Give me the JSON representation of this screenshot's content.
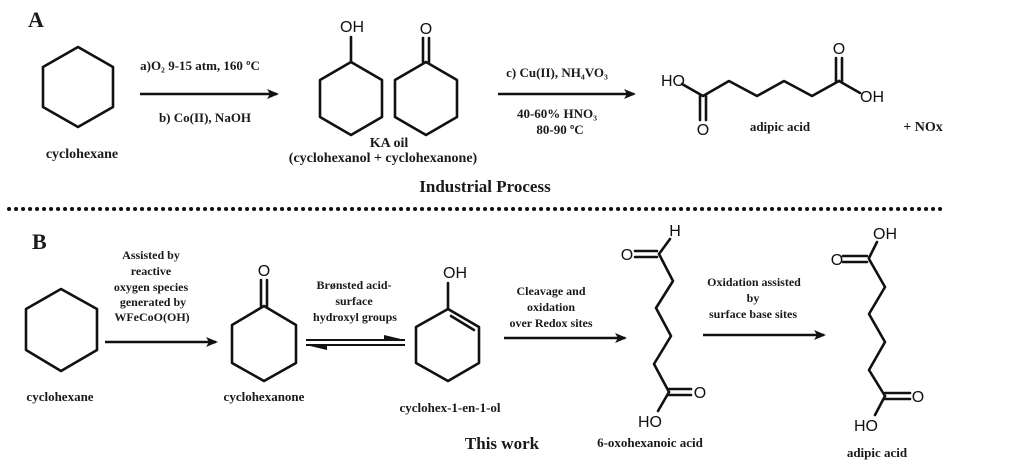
{
  "panelA": {
    "letter": "A",
    "title": "Industrial Process",
    "reactant": "cyclohexane",
    "step1": {
      "above": "a)O₂ 9-15 atm, 160 ºC",
      "below": "b) Co(II), NaOH"
    },
    "intermediate": {
      "name_line1": "KA oil",
      "name_line2": "(cyclohexanol + cyclohexanone)",
      "oh_label": "OH",
      "o_label": "O"
    },
    "step2": {
      "above": "c) Cu(II), NH₄VO₃",
      "below_line1": "40-60% HNO₃",
      "below_line2": "80-90 ºC"
    },
    "product": {
      "name": "adipic acid",
      "ho_label": "HO",
      "oh_label": "OH",
      "o_label": "O",
      "byproduct": "+ NOx"
    }
  },
  "panelB": {
    "letter": "B",
    "title": "This work",
    "compounds": [
      {
        "name": "cyclohexane"
      },
      {
        "name": "cyclohexanone",
        "o_label": "O"
      },
      {
        "name": "cyclohex-1-en-1-ol",
        "oh_label": "OH"
      },
      {
        "name": "6-oxohexanoic acid",
        "o_label": "O",
        "h_label": "H",
        "ho_label": "HO"
      },
      {
        "name": "adipic acid",
        "oh_label": "OH",
        "o_label": "O",
        "ho_label": "HO"
      }
    ],
    "steps": [
      {
        "lines": [
          "Assisted by",
          "reactive",
          "oxygen species",
          "generated by",
          "WFeCoO(OH)"
        ]
      },
      {
        "lines": [
          "Brønsted acid-",
          "surface",
          "hydroxyl groups"
        ]
      },
      {
        "lines": [
          "Cleavage and",
          "oxidation",
          "over Redox sites"
        ]
      },
      {
        "lines": [
          "Oxidation assisted",
          "by",
          "surface base sites"
        ]
      }
    ]
  }
}
